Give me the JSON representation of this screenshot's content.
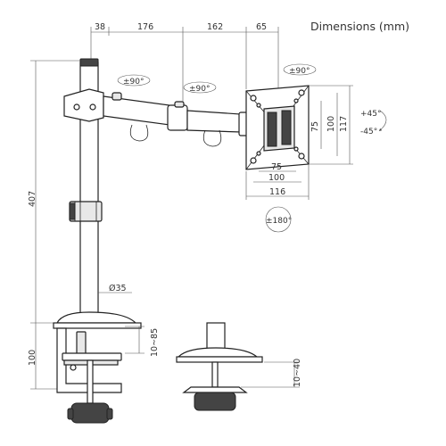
{
  "title": "Dimensions (mm)",
  "arm_dims": {
    "d38": "38",
    "d176": "176",
    "d162": "162",
    "d65": "65"
  },
  "pole_dims": {
    "height": "407",
    "diameter": "Ø35",
    "base_height": "100"
  },
  "clamp_dims": {
    "clamp_range": "10~85",
    "grommet_range": "10~40"
  },
  "vesa_dims": {
    "w75": "75",
    "w100": "100",
    "w116": "116",
    "h75": "75",
    "h100": "100",
    "h117": "117"
  },
  "rotations": {
    "arm_joint_1": "±90°",
    "arm_joint_2": "±90°",
    "head_swivel": "±90°",
    "tilt_up": "+45°",
    "tilt_down": "-45°",
    "rotation": "±180°"
  }
}
